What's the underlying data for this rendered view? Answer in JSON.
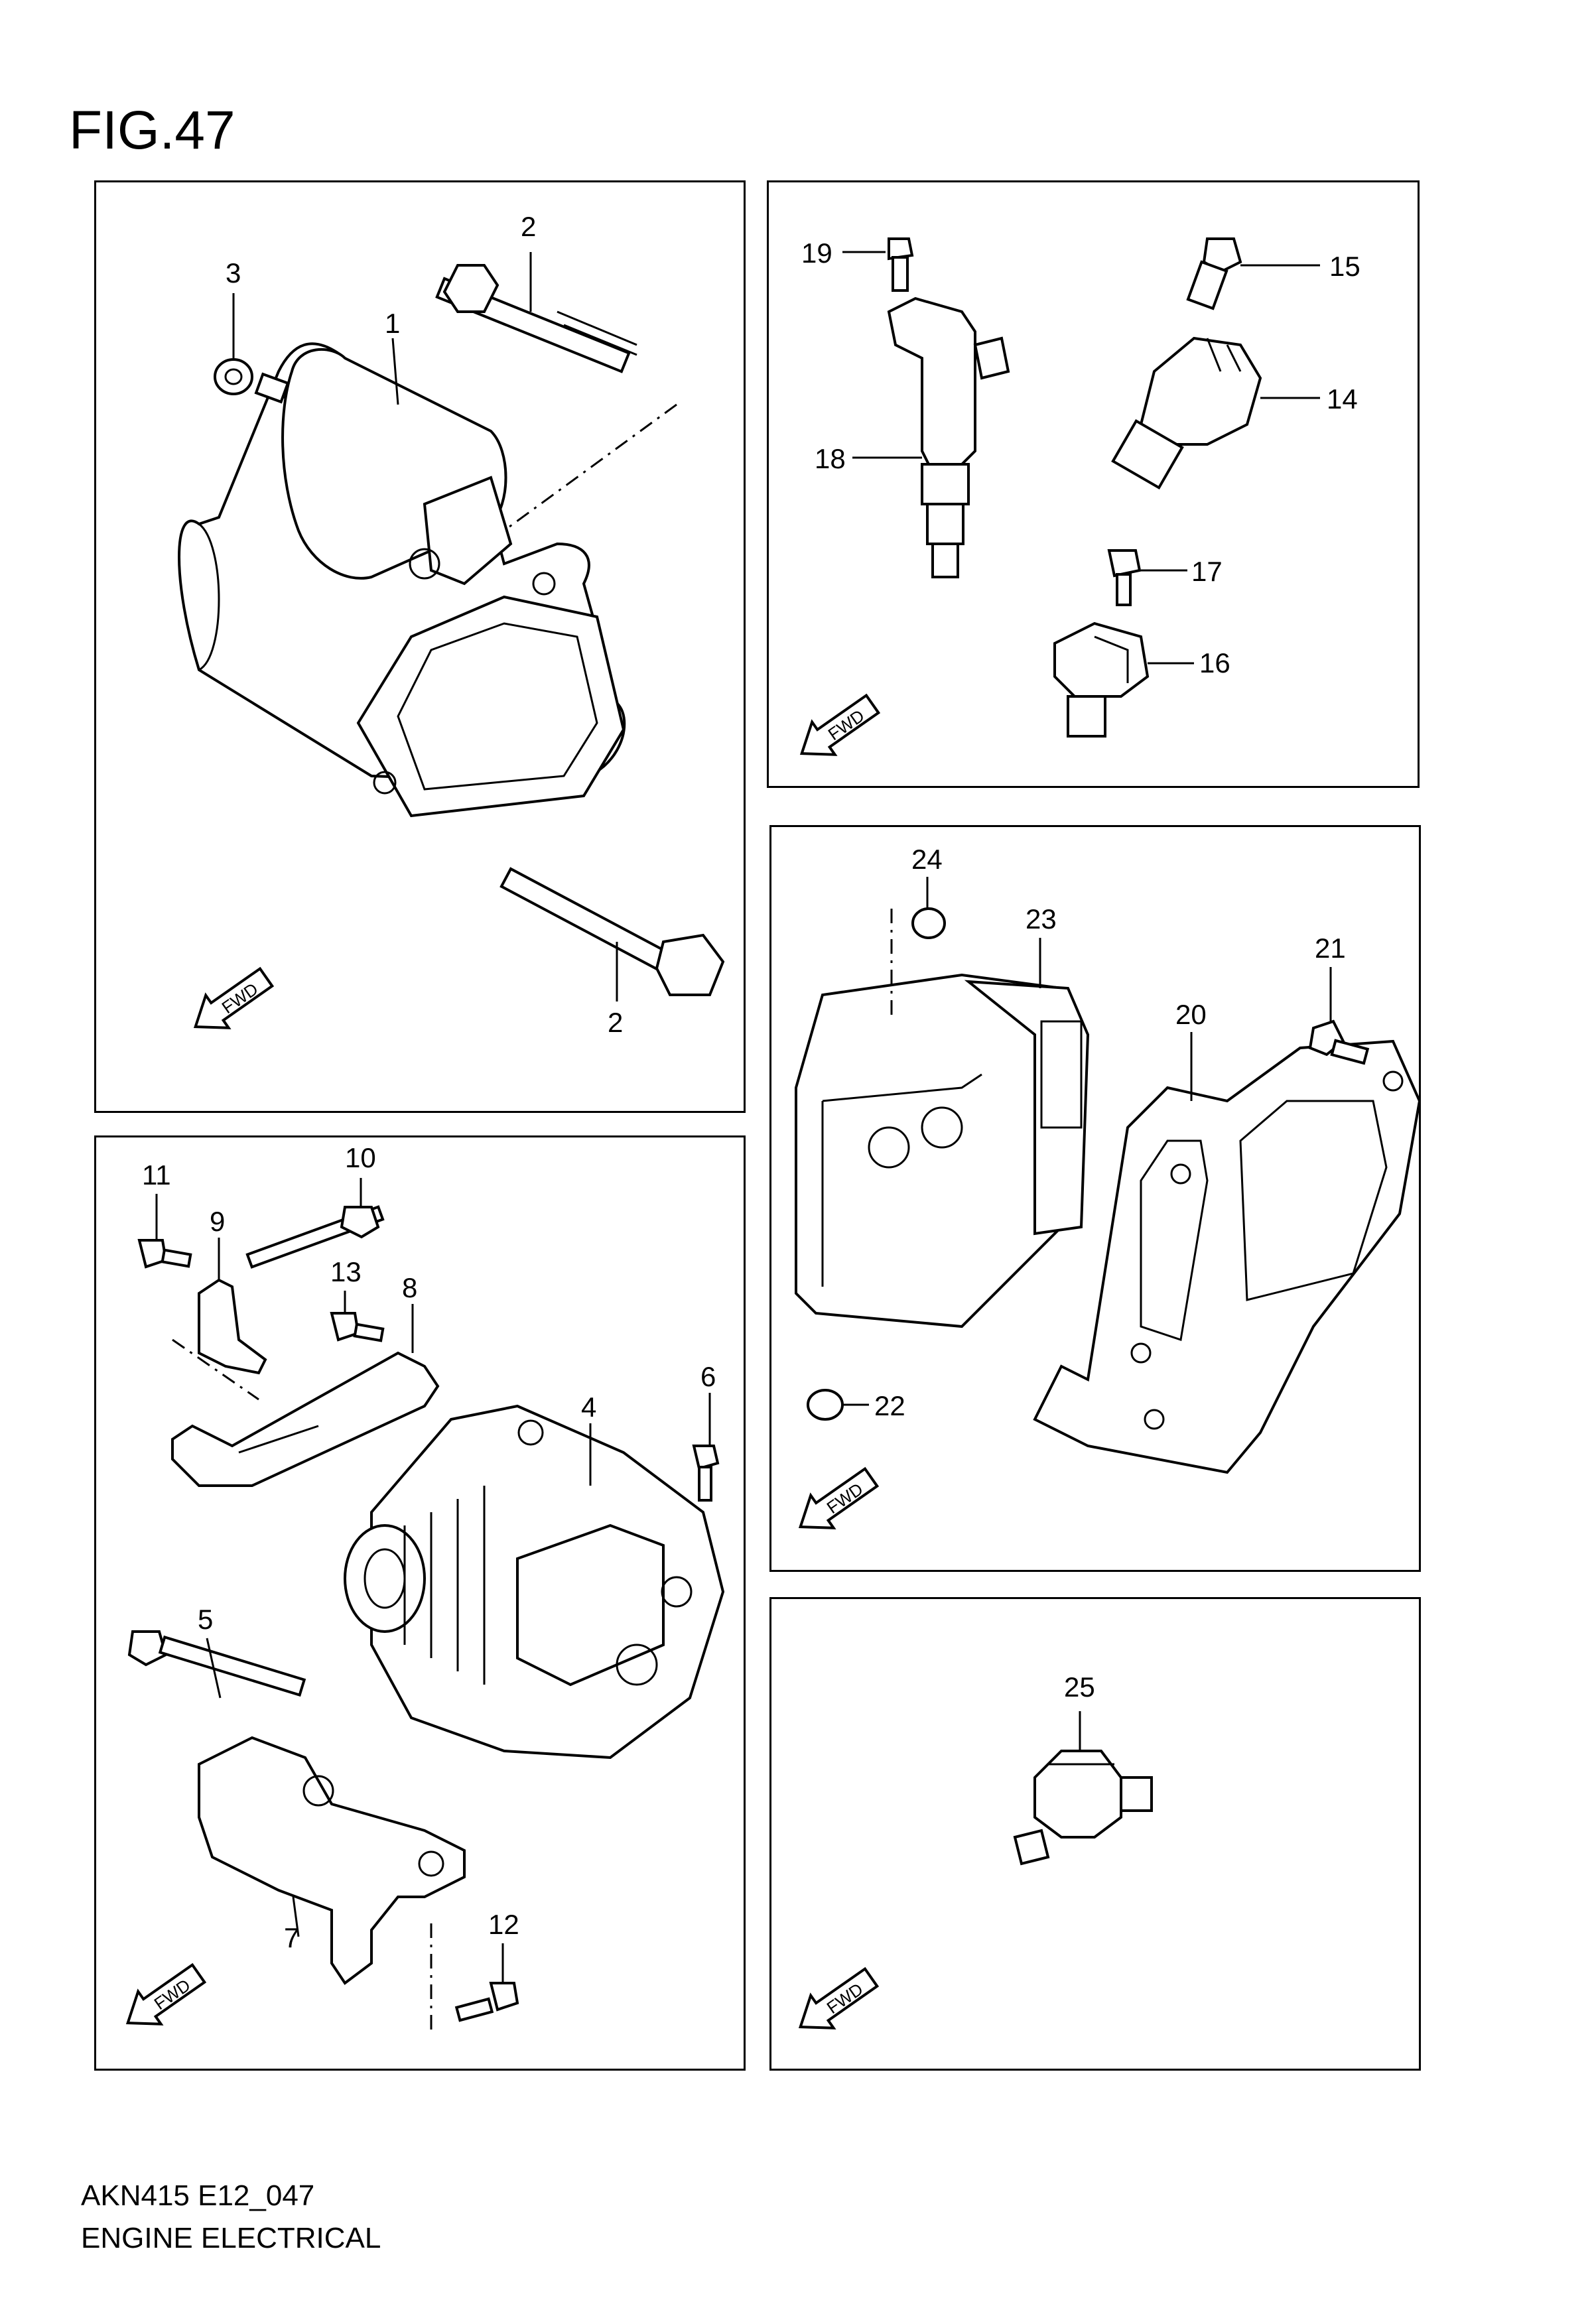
{
  "figure_title": "FIG.47",
  "footer": {
    "code": "AKN415 E12_047",
    "caption": "ENGINE ELECTRICAL"
  },
  "fwd_label": "FWD",
  "callouts": {
    "p1": "1",
    "p2": "2",
    "p3": "3",
    "p4": "4",
    "p5": "5",
    "p6": "6",
    "p7": "7",
    "p8": "8",
    "p9": "9",
    "p10": "10",
    "p11": "11",
    "p12": "12",
    "p13": "13",
    "p14": "14",
    "p15": "15",
    "p16": "16",
    "p17": "17",
    "p18": "18",
    "p19": "19",
    "p20": "20",
    "p21": "21",
    "p22": "22",
    "p23": "23",
    "p24": "24",
    "p25": "25"
  }
}
